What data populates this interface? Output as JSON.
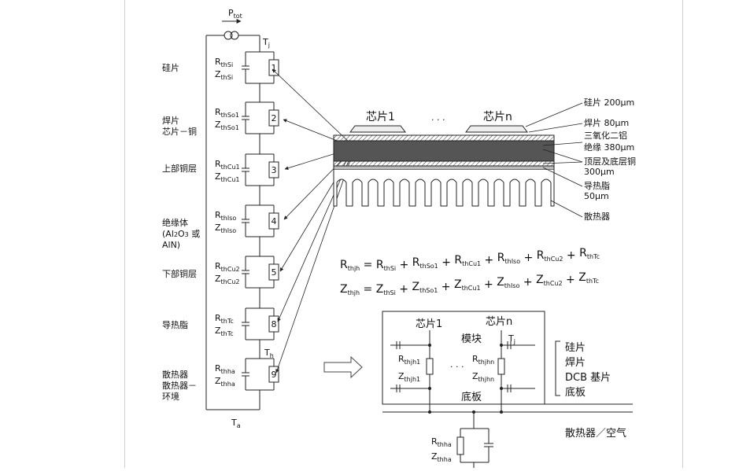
{
  "power_label": {
    "main": "P",
    "sub": "tot"
  },
  "tj_label": {
    "main": "T",
    "sub": "j"
  },
  "th_label": {
    "main": "T",
    "sub": "h"
  },
  "ta_label": {
    "main": "T",
    "sub": "a"
  },
  "layers": [
    {
      "name_lines": [
        "硅片"
      ],
      "r": "thSi",
      "z": "thSi",
      "num": "1"
    },
    {
      "name_lines": [
        "焊片",
        "芯片－铜"
      ],
      "r": "thSo1",
      "z": "thSo1",
      "num": "2"
    },
    {
      "name_lines": [
        "上部铜层"
      ],
      "r": "thCu1",
      "z": "thCu1",
      "num": "3"
    },
    {
      "name_lines": [
        "绝缘体",
        "(Al2O3 或",
        "AlN)"
      ],
      "r": "thIso",
      "z": "thIso",
      "num": "4"
    },
    {
      "name_lines": [
        "下部铜层"
      ],
      "r": "thCu2",
      "z": "thCu2",
      "num": "5"
    },
    {
      "name_lines": [
        "导热脂"
      ],
      "r": "thTc",
      "z": "thTc",
      "num": "8"
    },
    {
      "name_lines": [
        "散热器",
        "散热器－",
        "环境"
      ],
      "r": "thha",
      "z": "thha",
      "num": "9"
    }
  ],
  "cross_section": {
    "chip1": "芯片1",
    "chipn": "芯片n",
    "dots": "· · ·",
    "labels": [
      "硅片 200µm",
      "焊片 80µm",
      "三氧化二铝",
      "绝缘 380µm",
      "顶层及底层铜",
      "300µm",
      "导热脂",
      "50µm",
      "散热器"
    ]
  },
  "equations": {
    "r_line": {
      "lhs": "thjh",
      "terms": [
        "thSi",
        "thSo1",
        "thCu1",
        "thIso",
        "thCu2",
        "thTc"
      ]
    },
    "z_line": {
      "lhs": "thjh",
      "terms": [
        "thSi",
        "thSo1",
        "thCu1",
        "thIso",
        "thCu2",
        "thTc"
      ]
    }
  },
  "module": {
    "chip1": "芯片1",
    "chipn": "芯片n",
    "module": "模块",
    "baseplate": "底板",
    "dots": "· · ·",
    "r1": "thjh1",
    "z1": "thjh1",
    "rn": "thjhn",
    "zn": "thjhn",
    "tj": "j",
    "right_labels": [
      "硅片",
      "焊片",
      "DCB 基片",
      "底板"
    ],
    "heatsink_air": "散热器／空气",
    "rha": "thha",
    "zha": "thha"
  }
}
